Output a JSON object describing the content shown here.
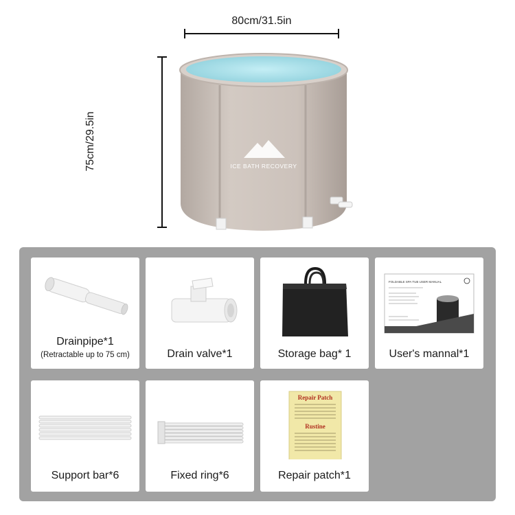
{
  "dimensions": {
    "width_label": "80cm/31.5in",
    "height_label": "75cm/29.5in"
  },
  "product": {
    "brand_text": "ICE BATH RECOVERY",
    "body_color": "#c9bfb8",
    "water_color": "#a8dfe8"
  },
  "panel": {
    "background": "#a2a2a2"
  },
  "items": [
    {
      "label": "Drainpipe*1",
      "note": "(Retractable up to 75 cm)"
    },
    {
      "label": "Drain valve*1"
    },
    {
      "label": "Storage bag* 1"
    },
    {
      "label": "User's mannal*1"
    },
    {
      "label": "Support bar*6"
    },
    {
      "label": "Fixed ring*6"
    },
    {
      "label": "Repair patch*1"
    }
  ],
  "manual": {
    "title": "FOLDABLE SPA TUB USER MANUAL"
  },
  "repair_patch": {
    "title": "Repair Patch",
    "subtitle": "Rustine"
  }
}
